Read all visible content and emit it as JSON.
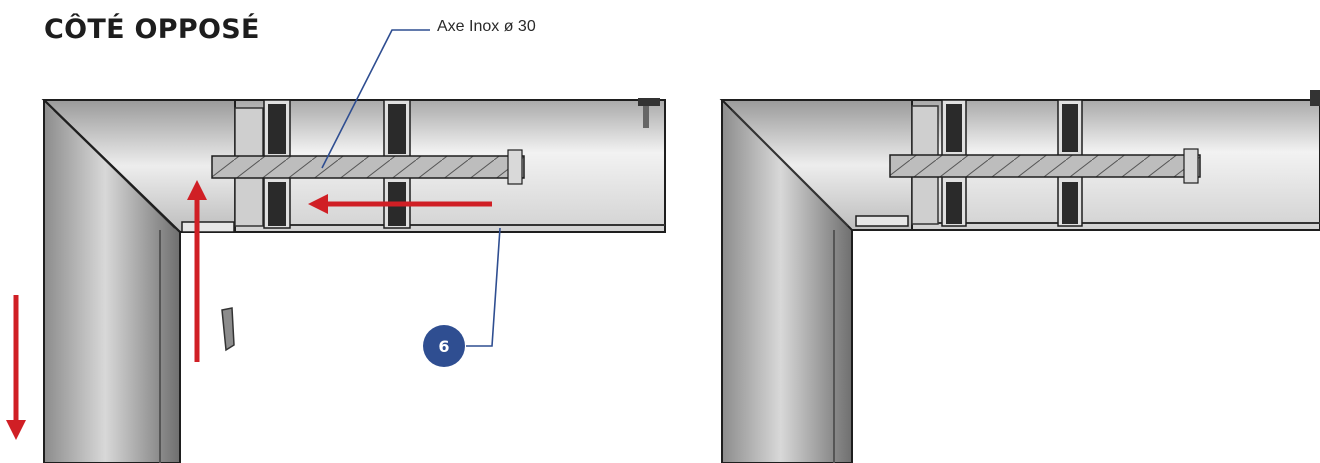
{
  "title": "CÔTÉ OPPOSÉ",
  "callouts": {
    "axle_label": "Axe Inox ø 30",
    "part_number": "6"
  },
  "colors": {
    "arrow": "#d01f25",
    "leader_line": "#2f4e91",
    "badge_fill": "#2f4e91",
    "metal_dark": "#7f7f7f",
    "metal_light": "#e6e6e6",
    "outline": "#1e1e1e"
  },
  "arrows": [
    {
      "name": "vertical-up-arrow",
      "direction": "up"
    },
    {
      "name": "horizontal-left-arrow",
      "direction": "left"
    },
    {
      "name": "vertical-down-arrow",
      "direction": "down"
    }
  ]
}
